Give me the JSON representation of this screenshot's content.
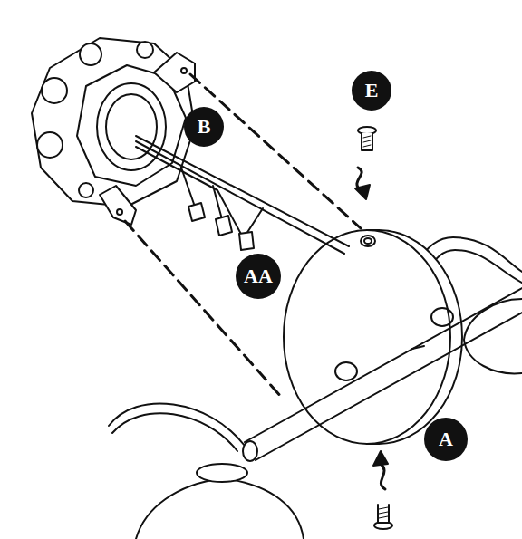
{
  "diagram": {
    "nodes": [
      {
        "text": [
          "E"
        ]
      },
      {
        "text": [
          "B"
        ]
      },
      {
        "text": [
          "AA"
        ]
      },
      {
        "text": [
          "A"
        ]
      }
    ]
  }
}
